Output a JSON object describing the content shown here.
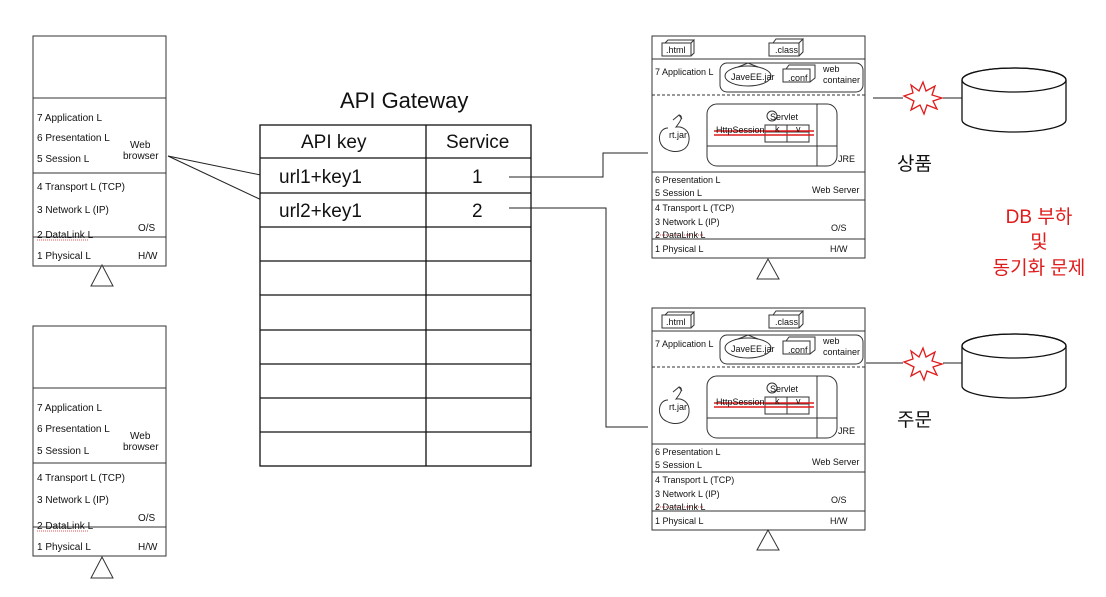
{
  "client_layers": {
    "app": "7 Application L",
    "pres": "6 Presentation L",
    "sess": "5 Session L",
    "upper_tag": "Web browser",
    "trans": "4 Transport L (TCP)",
    "net": "3 Network L (IP)",
    "dl": "2 DataLink L",
    "os": "O/S",
    "phys": "1 Physical L",
    "hw": "H/W"
  },
  "gateway": {
    "title": "API Gateway",
    "col1": "API key",
    "col2": "Service",
    "rows": [
      {
        "key": "url1+key1",
        "service": "1"
      },
      {
        "key": "url2+key1",
        "service": "2"
      }
    ]
  },
  "server_layers": {
    "html": ".html",
    "class": ".class",
    "app": "7 Application L",
    "jar": "JaveEE.jar",
    "conf": ".conf",
    "container": "web container",
    "rtjar": "rt.jar",
    "servlet": "Servlet",
    "httpsession": "HttpSession",
    "k": "k",
    "v": "v",
    "jre": "JRE",
    "pres": "6 Presentation L",
    "sess": "5 Session L",
    "webserver": "Web Server",
    "trans": "4 Transport L (TCP)",
    "net": "3 Network L (IP)",
    "dl": "2 DataLink L",
    "os": "O/S",
    "phys": "1 Physical L",
    "hw": "H/W"
  },
  "db_labels": {
    "top": "상품",
    "bottom": "주문"
  },
  "note": {
    "line1": "DB 부하",
    "line2": "및",
    "line3": "동기화 문제"
  },
  "colors": {
    "line": "#222222",
    "accent": "#e01b1b"
  }
}
